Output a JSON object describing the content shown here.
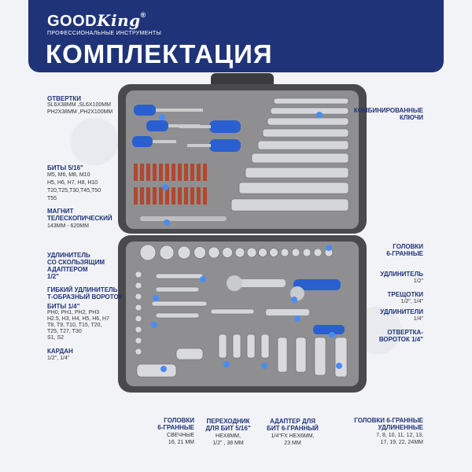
{
  "brand": {
    "good": "GOOD",
    "king": "King",
    "registered": "®",
    "tagline": "ПРОФЕССИОНАЛЬНЫЕ ИНСТРУМЕНТЫ"
  },
  "title": "КОМПЛЕКТАЦИЯ",
  "colors": {
    "header": "#1f3378",
    "accent": "#2a5fd0",
    "case": "#4a4a4c",
    "tray": "#8a8a8c"
  },
  "labels": {
    "screwdrivers": {
      "title": "ОТВЕРТКИ",
      "l1": "SL6X38MM ,SL6X100MM",
      "l2": "PH2X38MM  ,PH2X100MM"
    },
    "bits516": {
      "title": "БИТЫ 5/16\"",
      "l1": "M5, M6, M8, M10",
      "l2": "H5, H6, H7, H8, H10",
      "l3": "T20,T25,T30,T45,T50",
      "l4": "T55"
    },
    "magnet": {
      "title1": "МАГНИТ",
      "title2": "ТЕЛЕСКОПИЧЕСКИЙ",
      "sub": "143MM - 620MM"
    },
    "sliding": {
      "t1": "УДЛИНИТЕЛЬ",
      "t2": "СО СКОЛЬЗЯЩИМ",
      "t3": "АДАПТЕРОМ",
      "t4": "1/2\""
    },
    "flex": {
      "t1": "ГИБКИЙ УДЛИНИТЕЛЬ",
      "t2": "Т-ОБРАЗНЫЙ ВОРОТОК"
    },
    "bits14": {
      "title": "БИТЫ 1/4\"",
      "l1": "PH0, PH1, PH2, PH3",
      "l2": "H2.5, H3, H4, H5, H6, H7",
      "l3": "T8, T9, T10, T15, T20,",
      "l4": "T25, T27, T30",
      "l5": "S1, S2"
    },
    "cardan": {
      "title": "КАРДАН",
      "sub": "1/2\", 1/4\""
    },
    "combo": {
      "t1": "КОМБИНИРОВАННЫЕ",
      "t2": "КЛЮЧИ"
    },
    "heads6": {
      "t1": "ГОЛОВКИ",
      "t2": "6-ГРАННЫЕ"
    },
    "ext12": {
      "title": "УДЛИНИТЕЛЬ",
      "sub": "1/2\""
    },
    "ratchets": {
      "title": "ТРЕЩОТКИ",
      "sub": "1/2\", 1/4\""
    },
    "ext14": {
      "title": "УДЛИНИТЕЛИ",
      "sub": "1/4\""
    },
    "sdriver14": {
      "t1": "ОТВЕРТКА-",
      "t2": "ВОРОТОК 1/4\""
    },
    "spark": {
      "t1": "ГОЛОВКИ",
      "t2": "6-ГРАННЫЕ",
      "t3": "СВЕЧНЫЕ",
      "t4": "16, 21 MM"
    },
    "adapter1": {
      "t1": "ПЕРЕХОДНИК",
      "t2": "ДЛЯ БИТ 5/16\"",
      "s1": "HEX8MM,",
      "s2": "1/2\" , 38 MM"
    },
    "adapter2": {
      "t1": "АДАПТЕР ДЛЯ",
      "t2": "БИТ 6-ГРАННЫЙ",
      "s1": "1/4\"FX HEX6MM,",
      "s2": "23 MM"
    },
    "longheads": {
      "t1": "ГОЛОВКИ 6-ГРАННЫЕ",
      "t2": "УДЛИНЕННЫЕ",
      "s1": "7, 8, 10, 11, 12, 13,",
      "s2": "17, 19, 22, 24MM"
    }
  }
}
